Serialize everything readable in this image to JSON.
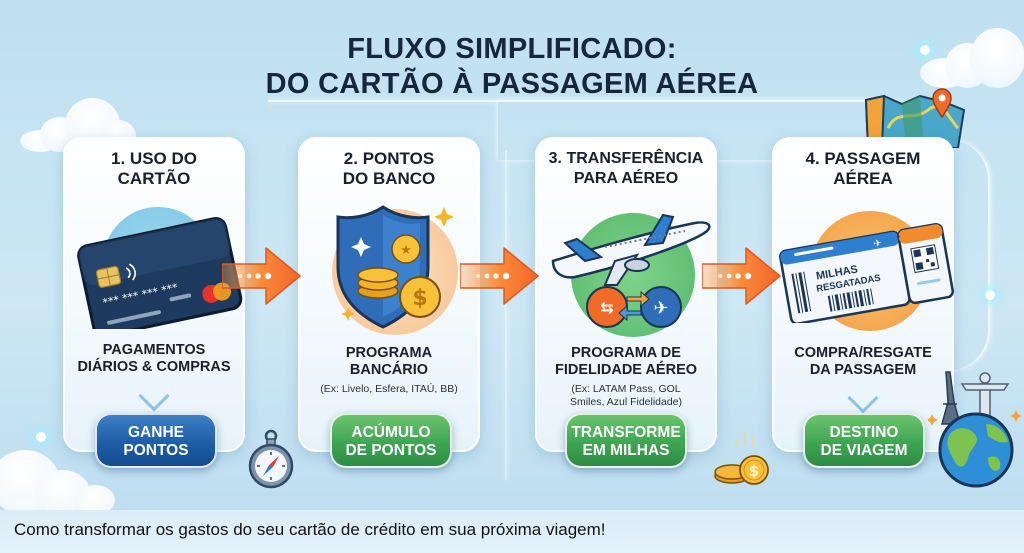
{
  "title": {
    "line1": "FLUXO SIMPLIFICADO:",
    "line2": "DO CARTÃO À PASSAGEM AÉREA"
  },
  "steps": [
    {
      "title_line1": "1. USO DO",
      "title_line2": "CARTÃO",
      "icon": "credit-card-icon",
      "subtitle_line1": "PAGAMENTOS",
      "subtitle_line2": "DIÁRIOS & COMPRAS",
      "note_line1": "",
      "note_line2": "",
      "badge_line1": "GANHE",
      "badge_line2": "PONTOS",
      "badge_color": "#1d5ea8"
    },
    {
      "title_line1": "2. PONTOS",
      "title_line2": "DO BANCO",
      "icon": "shield-coins-icon",
      "subtitle_line1": "PROGRAMA",
      "subtitle_line2": "BANCÁRIO",
      "note_line1": "(Ex: Livelo, Esfera, ITAÚ, BB)",
      "note_line2": "",
      "badge_line1": "ACÚMULO",
      "badge_line2": "DE PONTOS",
      "badge_color": "#3ea552"
    },
    {
      "title_line1": "3. TRANSFERÊNCIA",
      "title_line2": "PARA AÉREO",
      "icon": "airplane-transfer-icon",
      "subtitle_line1": "PROGRAMA DE",
      "subtitle_line2": "FIDELIDADE AÉREO",
      "note_line1": "(Ex: LATAM Pass, GOL",
      "note_line2": "Smiles, Azul Fidelidade)",
      "badge_line1": "TRANSFORME",
      "badge_line2": "EM MILHAS",
      "badge_color": "#3ea552"
    },
    {
      "title_line1": "4. PASSAGEM",
      "title_line2": "AÉREA",
      "icon": "boarding-pass-icon",
      "ticket_line1": "MILHAS",
      "ticket_line2": "RESGATADAS",
      "subtitle_line1": "COMPRA/RESGATE",
      "subtitle_line2": "DA PASSAGEM",
      "note_line1": "",
      "note_line2": "",
      "badge_line1": "DESTINO",
      "badge_line2": "DE VIAGEM",
      "badge_color": "#3ea552"
    }
  ],
  "decorations": [
    "compass-icon",
    "coins-icon",
    "map-icon",
    "location-pin-icon",
    "globe-landmarks-icon",
    "cloud-icon"
  ],
  "colors": {
    "background": "#c6e3f3",
    "title": "#15263d",
    "arrow": "#f47a2a",
    "badge_blue": "#1d5ea8",
    "badge_green": "#3ea552"
  },
  "footer": {
    "text": "Como transformar os gastos do seu cartão de crédito em sua próxima viagem!"
  }
}
